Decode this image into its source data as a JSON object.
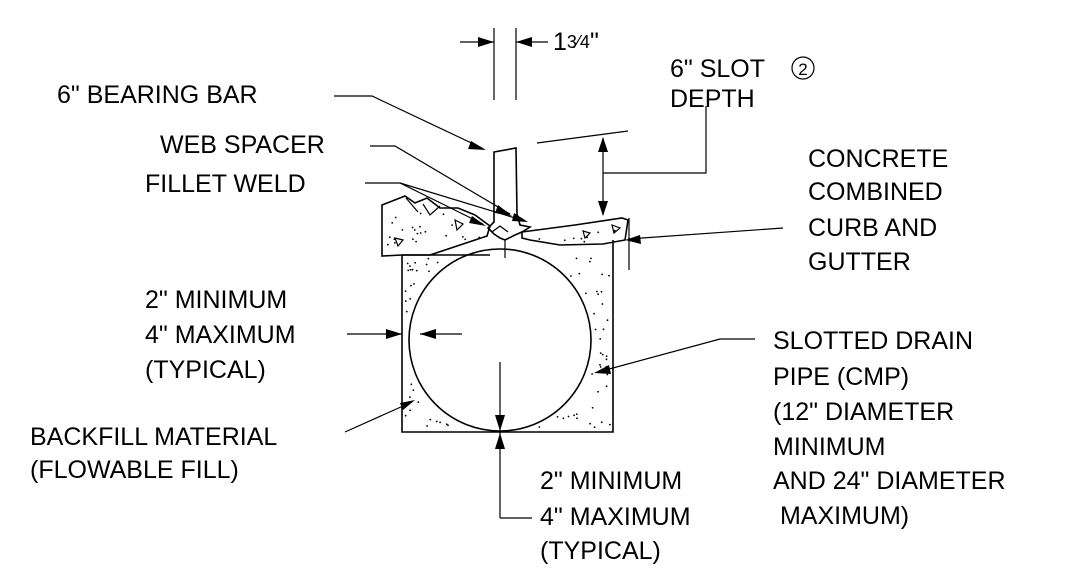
{
  "diagram": {
    "thickness_label_main": "1",
    "thickness_label_fraction": "3⁄4",
    "thickness_label_inch": "\"",
    "slot_depth_line1": "6\" SLOT",
    "slot_note_marker": "2",
    "slot_depth_line2": "DEPTH",
    "bearing_bar_label": "6\" BEARING BAR",
    "web_spacer_label": "WEB SPACER",
    "fillet_weld_label": "FILLET WELD",
    "concrete_label": [
      "CONCRETE",
      "COMBINED",
      "CURB AND",
      "GUTTER"
    ],
    "side_cover_label": [
      "2\" MINIMUM",
      "4\" MAXIMUM",
      "(TYPICAL)"
    ],
    "pipe_label": [
      "SLOTTED DRAIN",
      "PIPE (CMP)",
      "(12\" DIAMETER",
      "MINIMUM",
      "AND 24\" DIAMETER",
      " MAXIMUM)"
    ],
    "backfill_label": [
      "BACKFILL MATERIAL",
      "(FLOWABLE FILL)"
    ],
    "bottom_cover_label": [
      "2\" MINIMUM",
      "4\" MAXIMUM",
      "(TYPICAL)"
    ]
  }
}
